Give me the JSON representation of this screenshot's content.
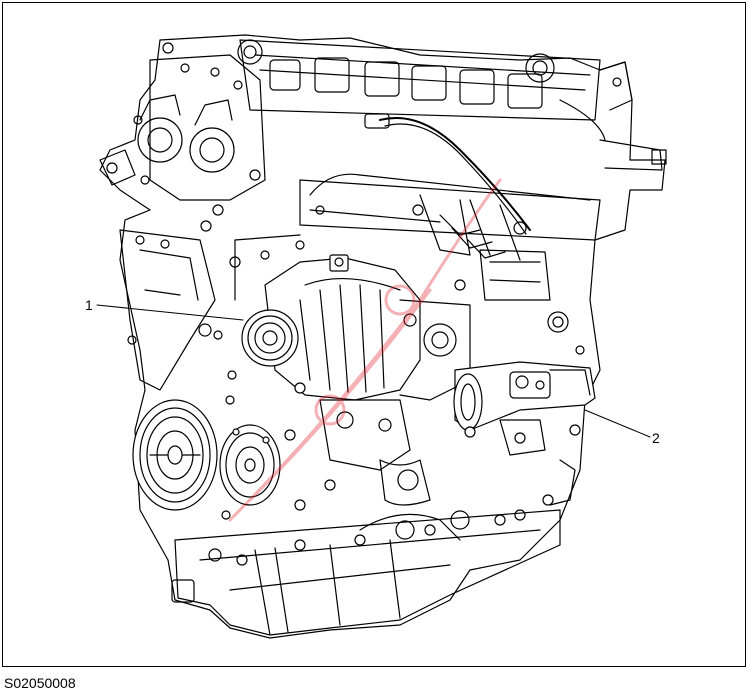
{
  "figure_code": "S02050008",
  "callouts": [
    {
      "id": "1"
    },
    {
      "id": "2"
    }
  ],
  "colors": {
    "line": "#000000",
    "watermark": "#e0202a",
    "background": "#ffffff"
  }
}
